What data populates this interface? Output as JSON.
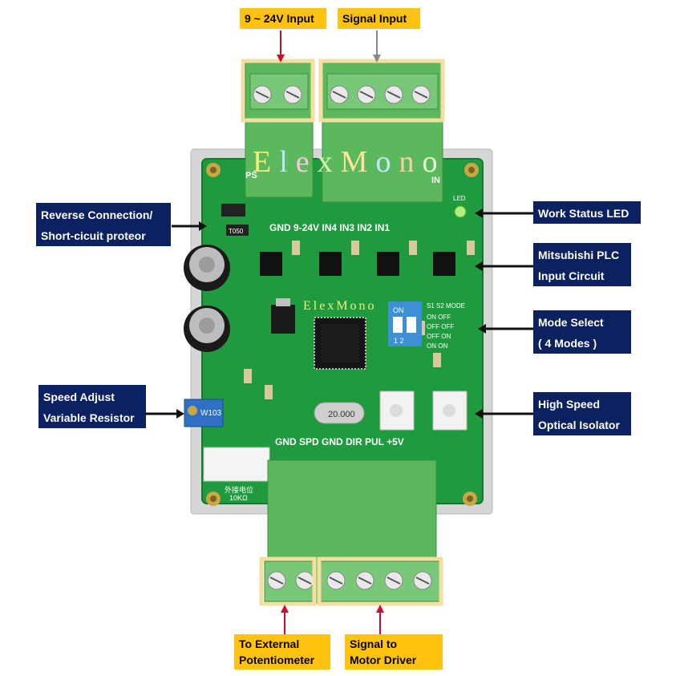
{
  "brand": {
    "watermark": "ElexMono",
    "watermark_small": "ElexMono",
    "watermark_colors": [
      "#f2f07a",
      "#bfe3ff",
      "#f7c8e0",
      "#d9f3b0",
      "#ffe39a",
      "#c4e7ff",
      "#f5d0a6",
      "#e9ffd6"
    ]
  },
  "labels": {
    "power_input": "9 ~ 24V Input",
    "signal_input": "Signal Input",
    "reverse_protect_line1": "Reverse  Connection/",
    "reverse_protect_line2": "Short-cicuit proteor",
    "work_led": "Work Status LED",
    "plc_line1": "Mitsubishi PLC",
    "plc_line2": "Input Circuit",
    "mode_line1": "Mode Select",
    "mode_line2": "( 4 Modes )",
    "speed_line1": "Speed Adjust",
    "speed_line2": "Variable Resistor",
    "isolator_line1": "High Speed",
    "isolator_line2": "Optical Isolator",
    "pot_line1": "To External",
    "pot_line2": "Potentiometer",
    "driver_line1": "Signal to",
    "driver_line2": "Motor Driver"
  },
  "board": {
    "top_pins": "GND 9-24V  IN4  IN3  IN2  IN1",
    "bottom_pins": "GND SPD GND DIR PUL +5V",
    "crystal": "20.000",
    "dip_label": "ON",
    "dip_numbers": "1  2",
    "mode_header": "S1  S2   MODE",
    "mode_rows": [
      "ON  OFF",
      "OFF OFF",
      "OFF ON",
      "ON  ON"
    ],
    "pot_label": "W103",
    "pot_caption_1": "外接电位",
    "pot_caption_2": "10KΩ",
    "led_label": "LED",
    "tvs_label": "T050",
    "ps_label": "PS",
    "in_label": "IN"
  },
  "colors": {
    "pcb": "#1f9a3e",
    "terminal": "#5cb85c",
    "navy": "#0b2160",
    "yellow": "#ffc20e",
    "highlight_box": "#f5dfa0",
    "arrow_red": "#c8102e",
    "arrow_gray": "#888888"
  }
}
